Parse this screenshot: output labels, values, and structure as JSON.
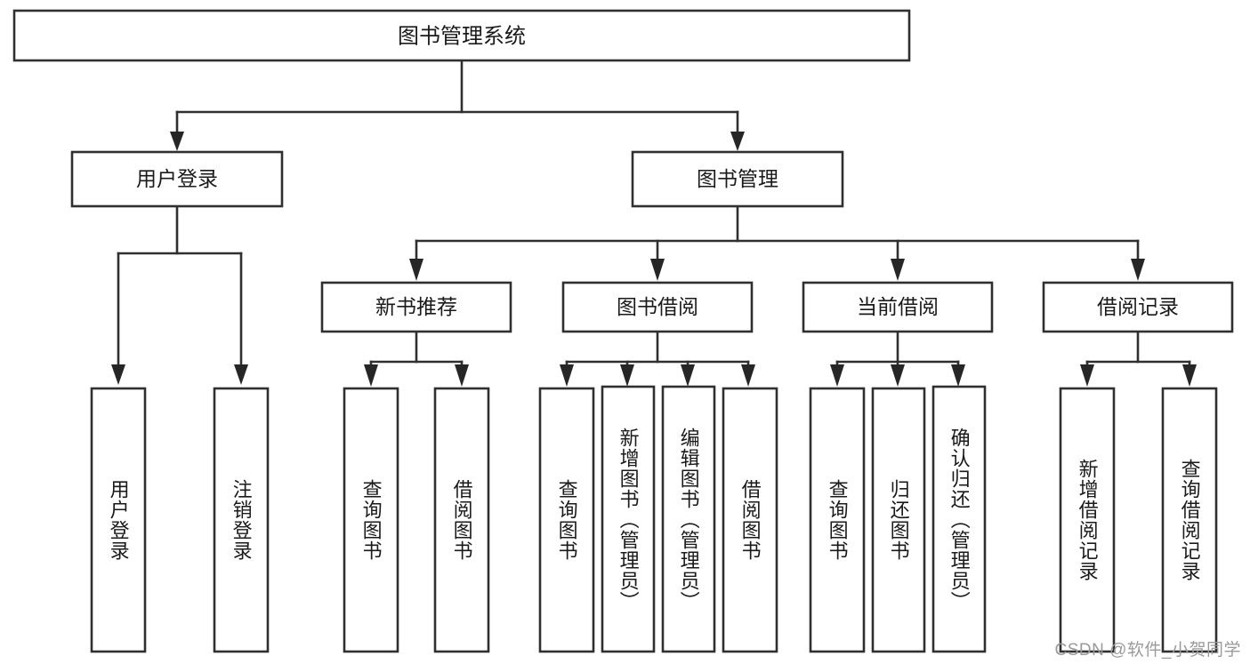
{
  "diagram": {
    "type": "tree",
    "title": "图书管理系统",
    "background_color": "#ffffff",
    "line_color": "#303030",
    "box_fill": "#ffffff",
    "text_color": "#1a1a1a"
  },
  "root": {
    "label": "图书管理系统"
  },
  "level2": {
    "user_login": "用户登录",
    "book_manage": "图书管理"
  },
  "level3": {
    "new_book_recommend": "新书推荐",
    "book_borrow": "图书借阅",
    "current_borrow": "当前借阅",
    "borrow_record": "借阅记录"
  },
  "leaves": {
    "user_login": [
      "用户登录",
      "注销登录"
    ],
    "new_book_recommend": [
      "查询图书",
      "借阅图书"
    ],
    "book_borrow": [
      "查询图书",
      "新增图书（管理员）",
      "编辑图书（管理员）",
      "借阅图书"
    ],
    "current_borrow": [
      "查询图书",
      "归还图书",
      "确认归还（管理员）"
    ],
    "borrow_record": [
      "新增借阅记录",
      "查询借阅记录"
    ]
  },
  "watermark": {
    "text": "CSDN @软件_小贺同学"
  }
}
